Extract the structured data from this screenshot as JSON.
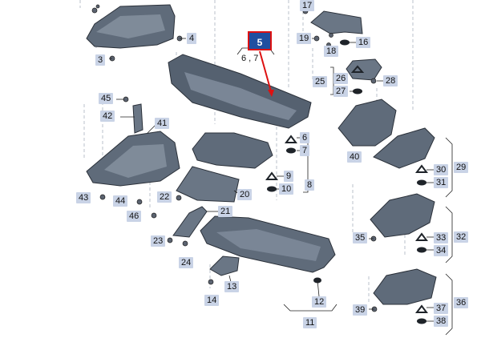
{
  "title": "",
  "highlight": {
    "label": "5",
    "color": "#1f4fa0",
    "border": "#dd1111"
  },
  "parts": {
    "p3": "3",
    "p4": "4",
    "p6_7": "6 , 7",
    "p6": "6",
    "p7": "7",
    "p8": "8",
    "p9": "9",
    "p10": "10",
    "p11": "11",
    "p12": "12",
    "p13": "13",
    "p14": "14",
    "p16": "16",
    "p17": "17",
    "p18": "18",
    "p19": "19",
    "p20": "20",
    "p21": "21",
    "p22": "22",
    "p23": "23",
    "p24": "24",
    "p25": "25",
    "p26": "26",
    "p27": "27",
    "p28": "28",
    "p29": "29",
    "p30": "30",
    "p31": "31",
    "p32": "32",
    "p33": "33",
    "p34": "34",
    "p35": "35",
    "p36": "36",
    "p37": "37",
    "p38": "38",
    "p39": "39",
    "p40": "40",
    "p41": "41",
    "p42": "42",
    "p43": "43",
    "p44": "44",
    "p45": "45",
    "p46": "46"
  },
  "colors": {
    "label_bg": "#c9d3e6",
    "part_fill": "#5f6b7a",
    "line": "#222222",
    "dash": "#9aa3b0"
  }
}
